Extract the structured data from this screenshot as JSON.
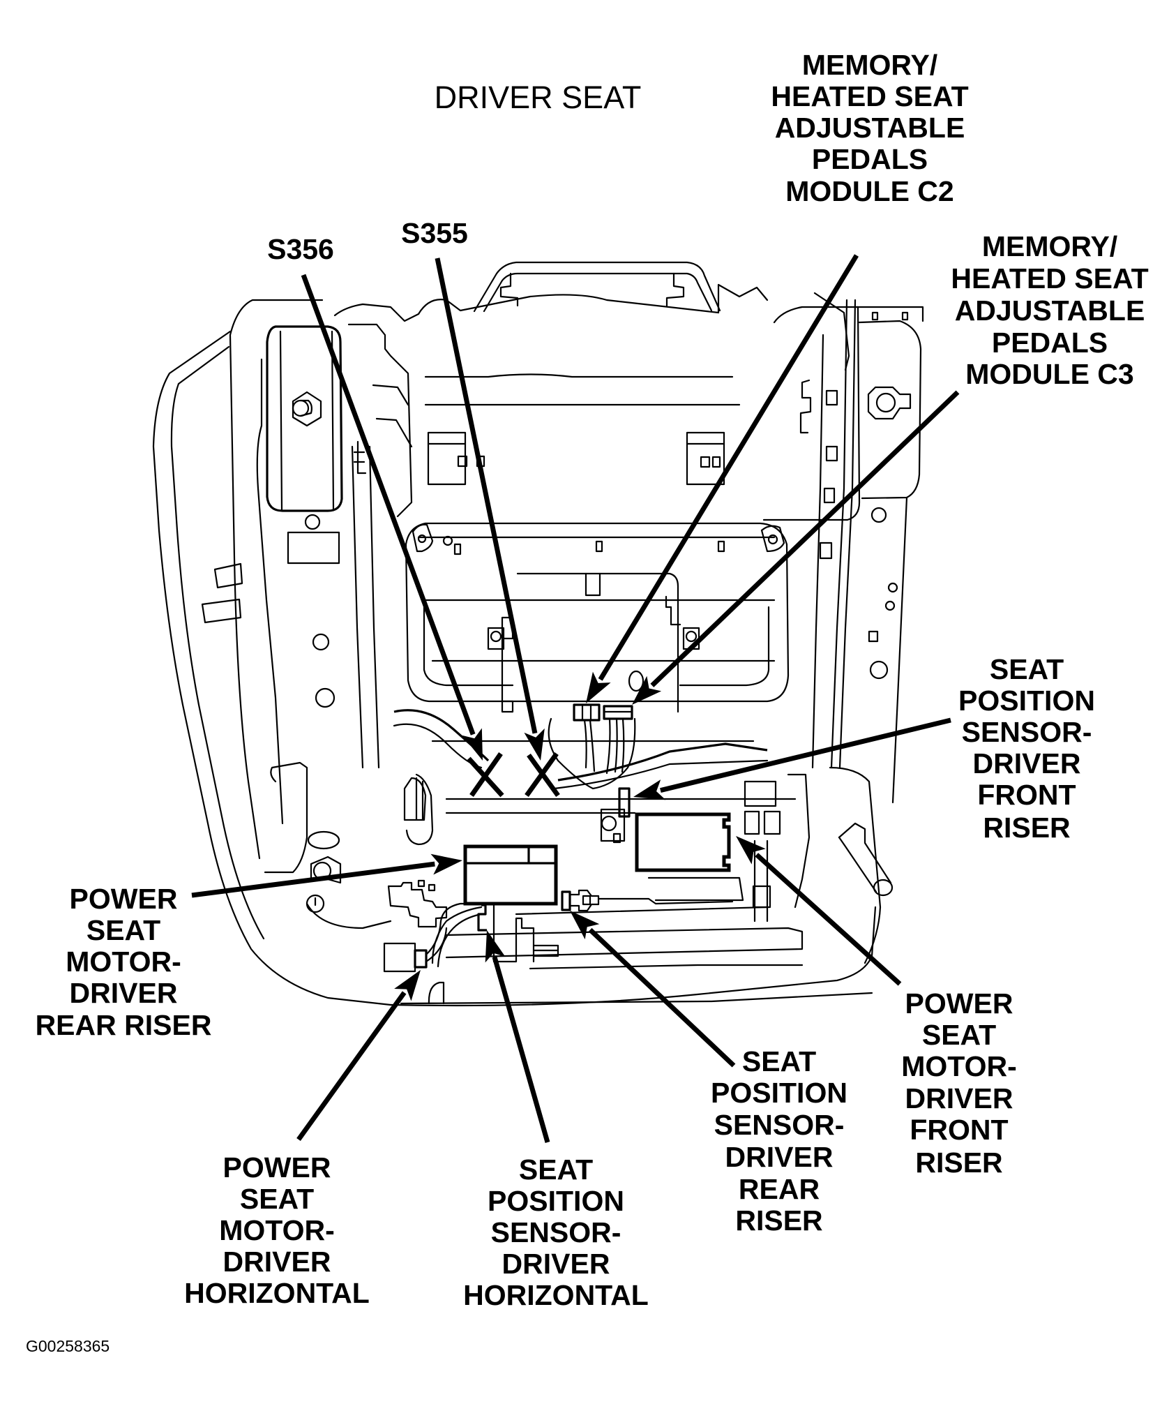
{
  "title": "DRIVER SEAT",
  "figure_id": "G00258365",
  "colors": {
    "ink": "#000000",
    "paper": "#ffffff"
  },
  "callouts": [
    {
      "id": "s356",
      "lines": [
        "S356"
      ],
      "target": "splice"
    },
    {
      "id": "s355",
      "lines": [
        "S355"
      ],
      "target": "splice"
    },
    {
      "id": "memory-c2",
      "lines": [
        "MEMORY/",
        "HEATED SEAT",
        "ADJUSTABLE",
        "PEDALS",
        "MODULE C2"
      ],
      "target": "connector"
    },
    {
      "id": "memory-c3",
      "lines": [
        "MEMORY/",
        "HEATED SEAT",
        "ADJUSTABLE",
        "PEDALS",
        "MODULE C3"
      ],
      "target": "connector"
    },
    {
      "id": "sensor-front-riser",
      "lines": [
        "SEAT",
        "POSITION",
        "SENSOR-",
        "DRIVER",
        "FRONT",
        "RISER"
      ],
      "target": "sensor"
    },
    {
      "id": "motor-rear-riser",
      "lines": [
        "POWER",
        "SEAT",
        "MOTOR-",
        "DRIVER",
        "REAR RISER"
      ],
      "target": "motor"
    },
    {
      "id": "motor-front-riser",
      "lines": [
        "POWER",
        "SEAT",
        "MOTOR-",
        "DRIVER",
        "FRONT",
        "RISER"
      ],
      "target": "motor"
    },
    {
      "id": "sensor-rear-riser",
      "lines": [
        "SEAT",
        "POSITION",
        "SENSOR-",
        "DRIVER",
        "REAR",
        "RISER"
      ],
      "target": "sensor"
    },
    {
      "id": "motor-horizontal",
      "lines": [
        "POWER",
        "SEAT",
        "MOTOR-",
        "DRIVER",
        "HORIZONTAL"
      ],
      "target": "motor"
    },
    {
      "id": "sensor-horizontal",
      "lines": [
        "SEAT",
        "POSITION",
        "SENSOR-",
        "DRIVER",
        "HORIZONTAL"
      ],
      "target": "sensor"
    }
  ]
}
